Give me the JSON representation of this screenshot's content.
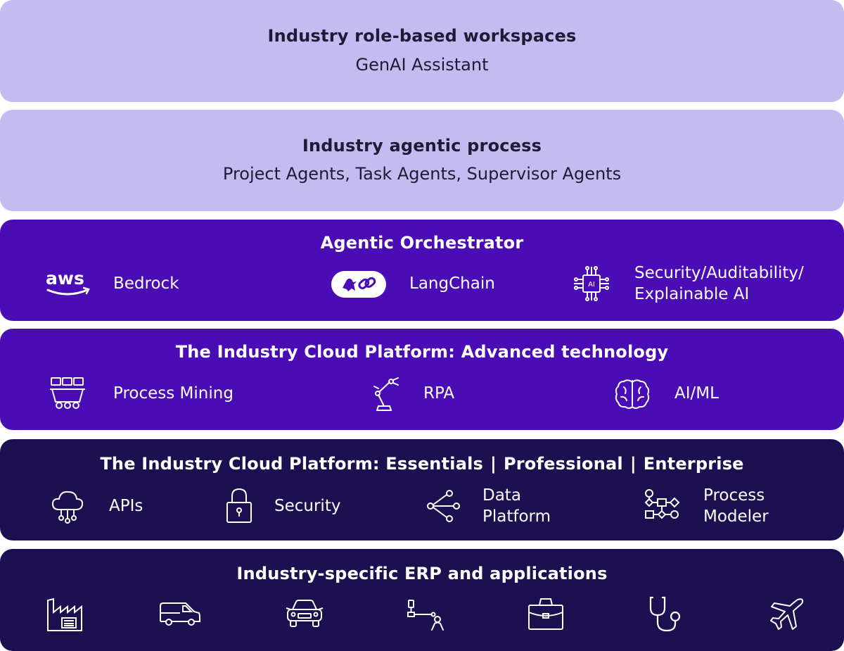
{
  "layers": {
    "workspaces": {
      "title": "Industry role-based workspaces",
      "subtitle": "GenAI Assistant"
    },
    "agentic_process": {
      "title": "Industry agentic process",
      "subtitle": "Project Agents, Task Agents, Supervisor Agents"
    },
    "orchestrator": {
      "title": "Agentic Orchestrator",
      "items": [
        {
          "label": "Bedrock",
          "icon": "aws-logo-icon"
        },
        {
          "label": "LangChain",
          "icon": "langchain-logo-icon"
        },
        {
          "label_line1": "Security/Auditability/",
          "label_line2": "Explainable AI",
          "icon": "ai-chip-icon"
        }
      ]
    },
    "advanced": {
      "title": "The Industry Cloud Platform: Advanced technology",
      "items": [
        {
          "label": "Process Mining",
          "icon": "mining-cart-icon"
        },
        {
          "label": "RPA",
          "icon": "robot-arm-icon"
        },
        {
          "label": "AI/ML",
          "icon": "brain-icon"
        }
      ]
    },
    "platform": {
      "title_part1": "The Industry Cloud Platform: Essentials",
      "title_sep1": "|",
      "title_part2": "Professional",
      "title_sep2": "|",
      "title_part3": "Enterprise",
      "items": [
        {
          "label": "APIs",
          "icon": "cloud-network-icon"
        },
        {
          "label": "Security",
          "icon": "lock-icon"
        },
        {
          "label_line1": "Data",
          "label_line2": "Platform",
          "icon": "share-nodes-icon"
        },
        {
          "label_line1": "Process",
          "label_line2": "Modeler",
          "icon": "flowchart-icon"
        }
      ]
    },
    "erp": {
      "title": "Industry-specific ERP and applications",
      "icons": [
        "factory-icon",
        "van-icon",
        "car-icon",
        "robot-arm-person-icon",
        "briefcase-icon",
        "stethoscope-icon",
        "airplane-icon"
      ]
    }
  },
  "colors": {
    "light_layer": "#c4bbf1",
    "mid_layer": "#4a0db5",
    "dark_layer": "#1c1050"
  }
}
